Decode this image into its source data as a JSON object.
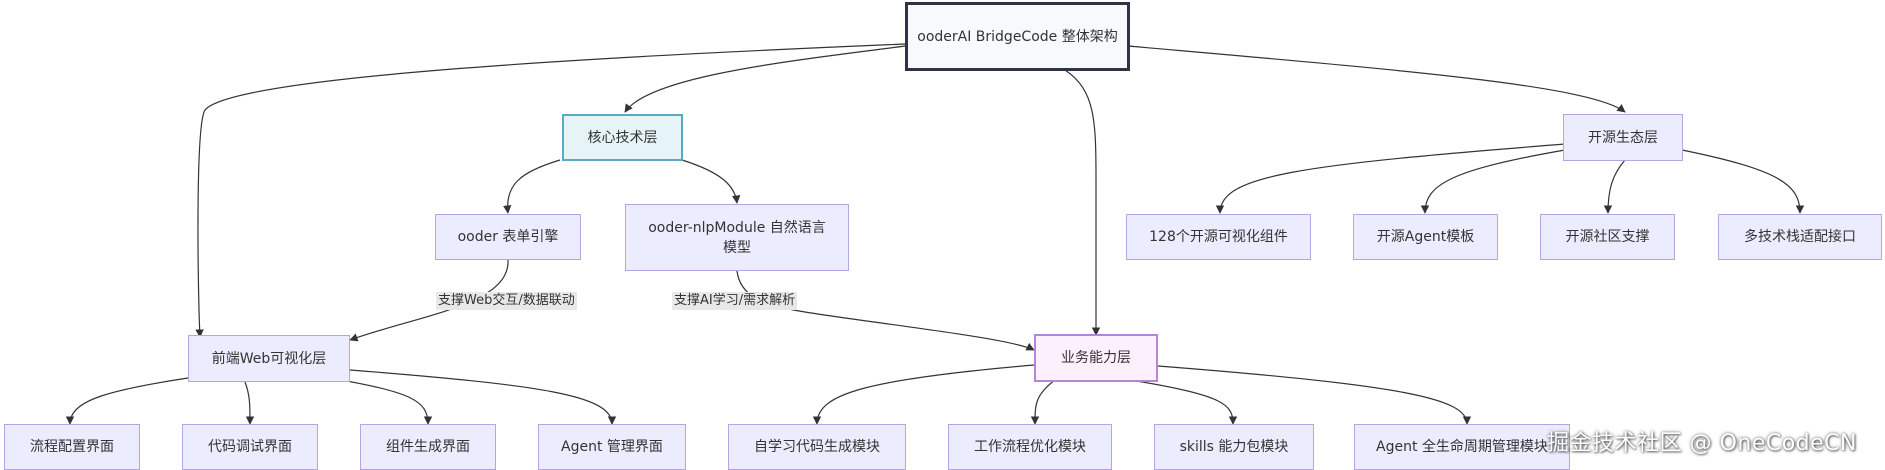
{
  "diagram": {
    "nodes": {
      "root": "ooderAI BridgeCode 整体架构",
      "core": "核心技术层",
      "open": "开源生态层",
      "form": "ooder 表单引擎",
      "nlp": "ooder-nlpModule 自然语言模型",
      "web": "前端Web可视化层",
      "biz": "业务能力层",
      "oss1": "128个开源可视化组件",
      "oss2": "开源Agent模板",
      "oss3": "开源社区支撑",
      "oss4": "多技术栈适配接口",
      "web1": "流程配置界面",
      "web2": "代码调试界面",
      "web3": "组件生成界面",
      "web4": "Agent 管理界面",
      "biz1": "自学习代码生成模块",
      "biz2": "工作流程优化模块",
      "biz3": "skills 能力包模块",
      "biz4": "Agent 全生命周期管理模块"
    },
    "edge_labels": {
      "form_web": "支撑Web交互/数据联动",
      "nlp_biz": "支撑AI学习/需求解析"
    }
  },
  "watermark": "掘金技术社区 @ OneCodeCN",
  "colors": {
    "node_fill": "#ECECFF",
    "node_border": "#B7A4E0",
    "root_border": "#2E3346",
    "core_fill": "#E6F4F8",
    "core_border": "#5BAAC5",
    "biz_fill": "#FBF0FB",
    "edge": "#333333"
  }
}
